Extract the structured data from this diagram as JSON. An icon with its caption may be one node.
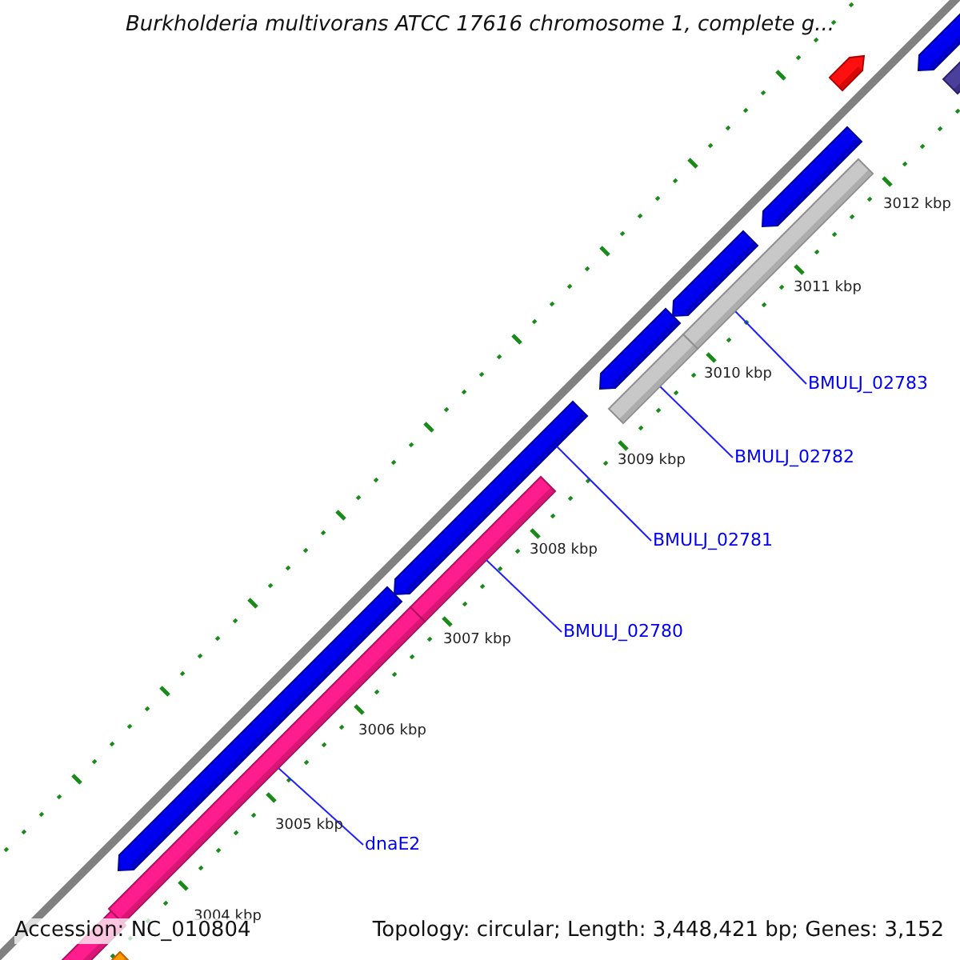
{
  "diagram": {
    "title": "Burkholderia multivorans ATCC 17616 chromosome 1, complete g...",
    "nodes": [
      {
        "text": [
          "BMULJ_02783"
        ]
      },
      {
        "text": [
          "BMULJ_02782"
        ]
      },
      {
        "text": [
          "BMULJ_02781"
        ]
      },
      {
        "text": [
          "BMULJ_02780"
        ]
      },
      {
        "text": [
          "dnaE2"
        ]
      },
      {
        "text": [],
        "shape": "bar"
      },
      {
        "text": [],
        "shape": "bar"
      },
      {
        "text": [],
        "shape": "bar"
      },
      {
        "text": [],
        "shape": "bar"
      },
      {
        "text": [],
        "shape": "bar"
      }
    ],
    "edges": [
      {
        "from": 0,
        "to": 5,
        "arrow": "none"
      },
      {
        "from": 1,
        "to": 6,
        "arrow": "none"
      },
      {
        "from": 2,
        "to": 7,
        "arrow": "none"
      },
      {
        "from": 3,
        "to": 8,
        "arrow": "none"
      },
      {
        "from": 4,
        "to": 9,
        "arrow": "none"
      }
    ],
    "labels": [
      "3012 kbp",
      "3011 kbp",
      "3010 kbp",
      "3009 kbp",
      "3008 kbp",
      "3007 kbp",
      "3006 kbp",
      "3005 kbp",
      "3004 kbp",
      "Accession: NC_010804",
      "Topology: circular; Length: 3,448,421 bp; Genes: 3,152"
    ]
  }
}
